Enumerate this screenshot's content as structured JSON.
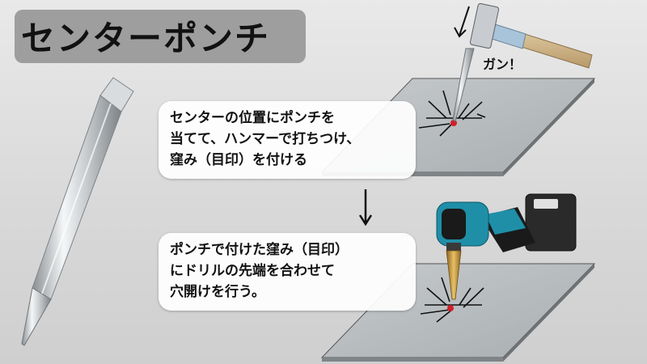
{
  "title": "センターポンチ",
  "callout_top": {
    "lines": [
      "センターの位置にポンチを",
      "当てて、ハンマーで打ちつけ、",
      "窪み（目印）を付ける"
    ]
  },
  "callout_bottom": {
    "lines": [
      "ポンチで付けた窪み（目印）",
      "にドリルの先端を合わせて",
      "穴開けを行う。"
    ]
  },
  "sound_effect": "ガン！",
  "colors": {
    "title_bg": "#9e9e9e",
    "plate": "#b8bcbf",
    "mark": "#d0202a",
    "drill_body": "#1f8fa8",
    "drill_bit": "#c79a3a"
  }
}
